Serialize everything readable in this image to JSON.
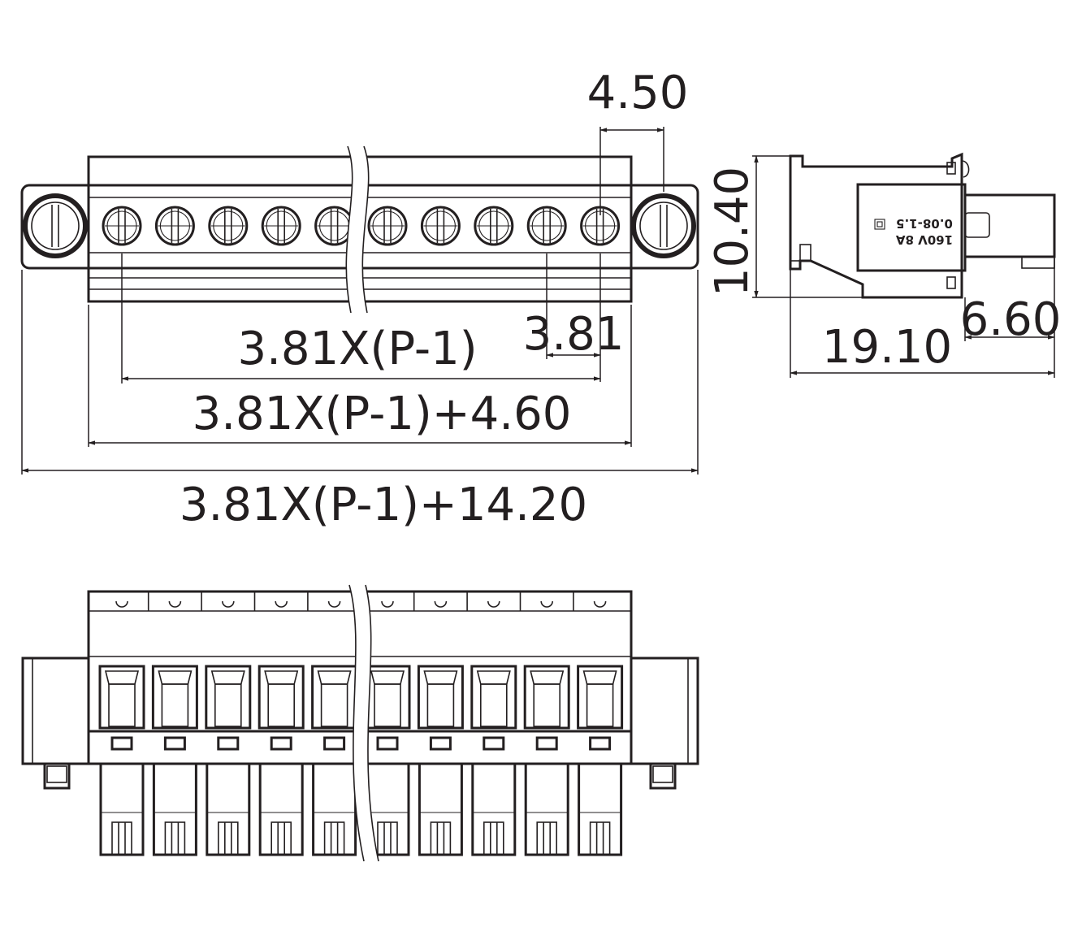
{
  "front_view": {
    "terminal_count": 10,
    "dimensions": {
      "screw_offset": "4.50",
      "pitch": "3.81",
      "inner_span": "3.81X(P-1)",
      "body_length": "3.81X(P-1)+4.60",
      "overall_length": "3.81X(P-1)+14.20"
    }
  },
  "side_view": {
    "dimensions": {
      "height": "10.40",
      "depth": "19.10",
      "pin_length": "6.60"
    },
    "marking": {
      "line1": "160V 8A",
      "line2": "0.08-1.5"
    }
  },
  "bottom_view": {
    "terminal_count": 10
  }
}
